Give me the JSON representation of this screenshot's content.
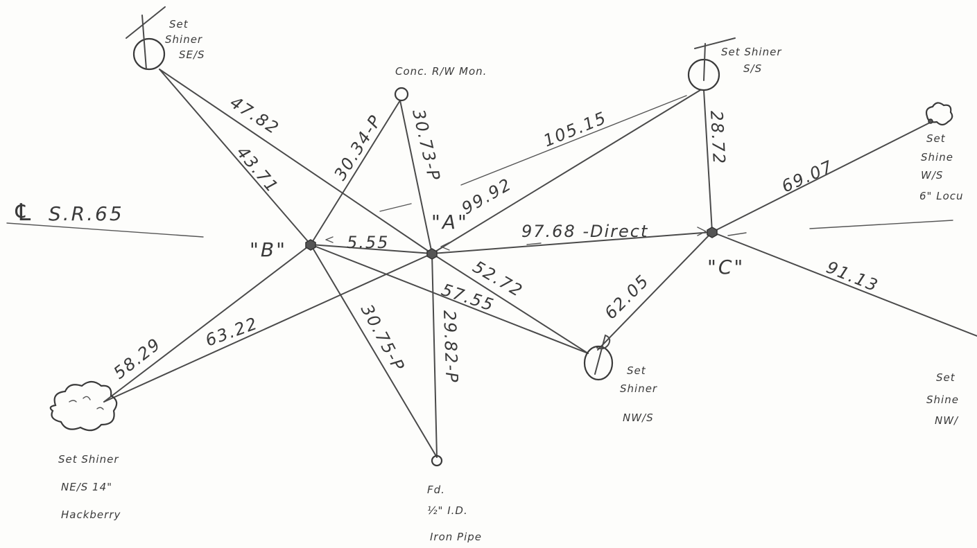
{
  "centerline": {
    "symbol": "℄",
    "label": "S.R.65"
  },
  "points": {
    "A": "\"A\"",
    "B": "\"B\"",
    "C": "\"C\""
  },
  "measurements": {
    "shiner_se_to_b": "43.71",
    "shiner_se_to_a": "47.82",
    "b_to_mon": "30.34-P",
    "mon_to_a": "30.73-P",
    "a_to_shiner_s": "99.92",
    "a_shiner_s_offset": "105.15",
    "shiner_s_to_c": "28.72",
    "c_to_shiner_w": "69.07",
    "a_to_c": "97.68 -Direct",
    "b_to_a": "5.55",
    "a_to_shiner_nw": "52.72",
    "b_to_shiner_nw": "57.55",
    "c_to_shiner_nw": "62.05",
    "c_to_shiner_far_nw": "91.13",
    "b_to_pipe": "30.75-P",
    "a_to_pipe": "29.82-P",
    "hack_to_b": "58.29",
    "hack_to_a": "63.22"
  },
  "notes": {
    "shiner_se": [
      "Set",
      "Shiner",
      "SE/S"
    ],
    "monument": "Conc. R/W Mon.",
    "shiner_s": [
      "Set Shiner",
      "S/S"
    ],
    "shiner_w": [
      "Set",
      "Shine",
      "W/S",
      "6\" Locu"
    ],
    "shiner_nw": [
      "Set",
      "Shiner",
      "NW/S"
    ],
    "shiner_far_nw": [
      "Set",
      "Shine",
      "NW/"
    ],
    "hackberry": [
      "Set Shiner",
      "NE/S  14\"",
      "Hackberry"
    ],
    "pipe": [
      "Fd.",
      "½\" I.D.",
      "Iron Pipe"
    ]
  }
}
